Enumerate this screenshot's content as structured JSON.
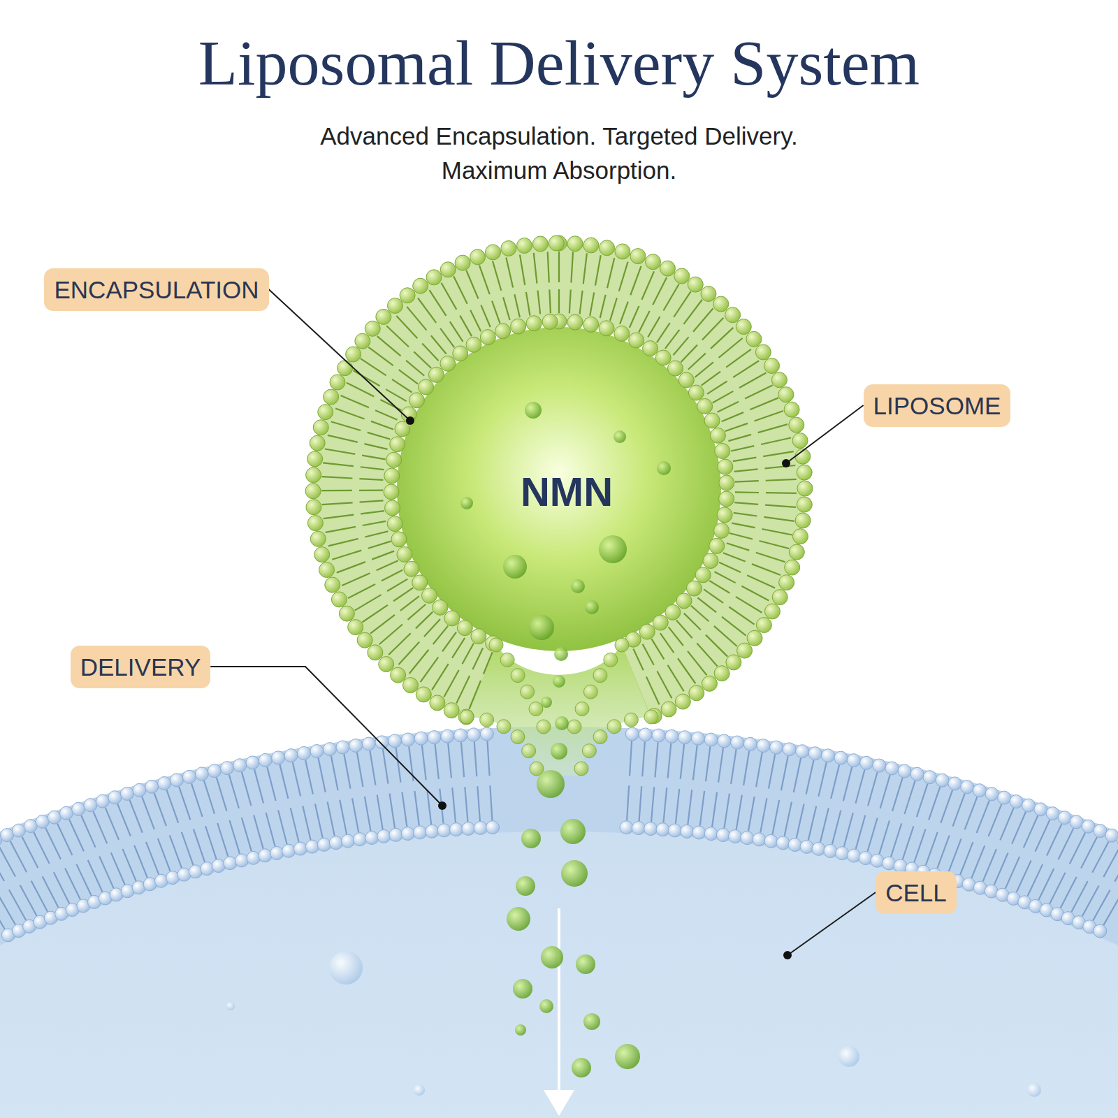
{
  "diagram": {
    "title": "Liposomal Delivery System",
    "caption": "Advanced Encapsulation. Targeted Delivery. Maximum Absorption.",
    "nodes": [
      {
        "text": [
          "ENCAPSULATION"
        ]
      },
      {
        "text": [
          "LIPOSOME"
        ]
      },
      {
        "text": [
          "DELIVERY"
        ]
      },
      {
        "text": [
          "CELL"
        ]
      }
    ],
    "labels": [
      "NMN"
    ]
  }
}
